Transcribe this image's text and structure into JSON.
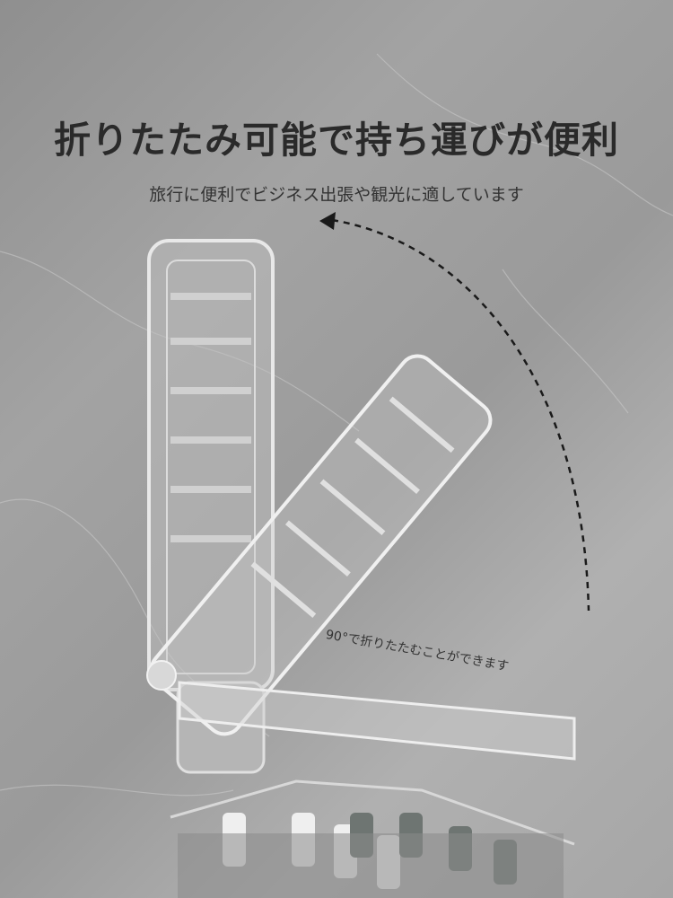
{
  "headline": "折りたたみ可能で持ち運びが便利",
  "subheadline": "旅行に便利でビジネス出張や観光に適しています",
  "fold_note": "90°で折りたたむことができます"
}
